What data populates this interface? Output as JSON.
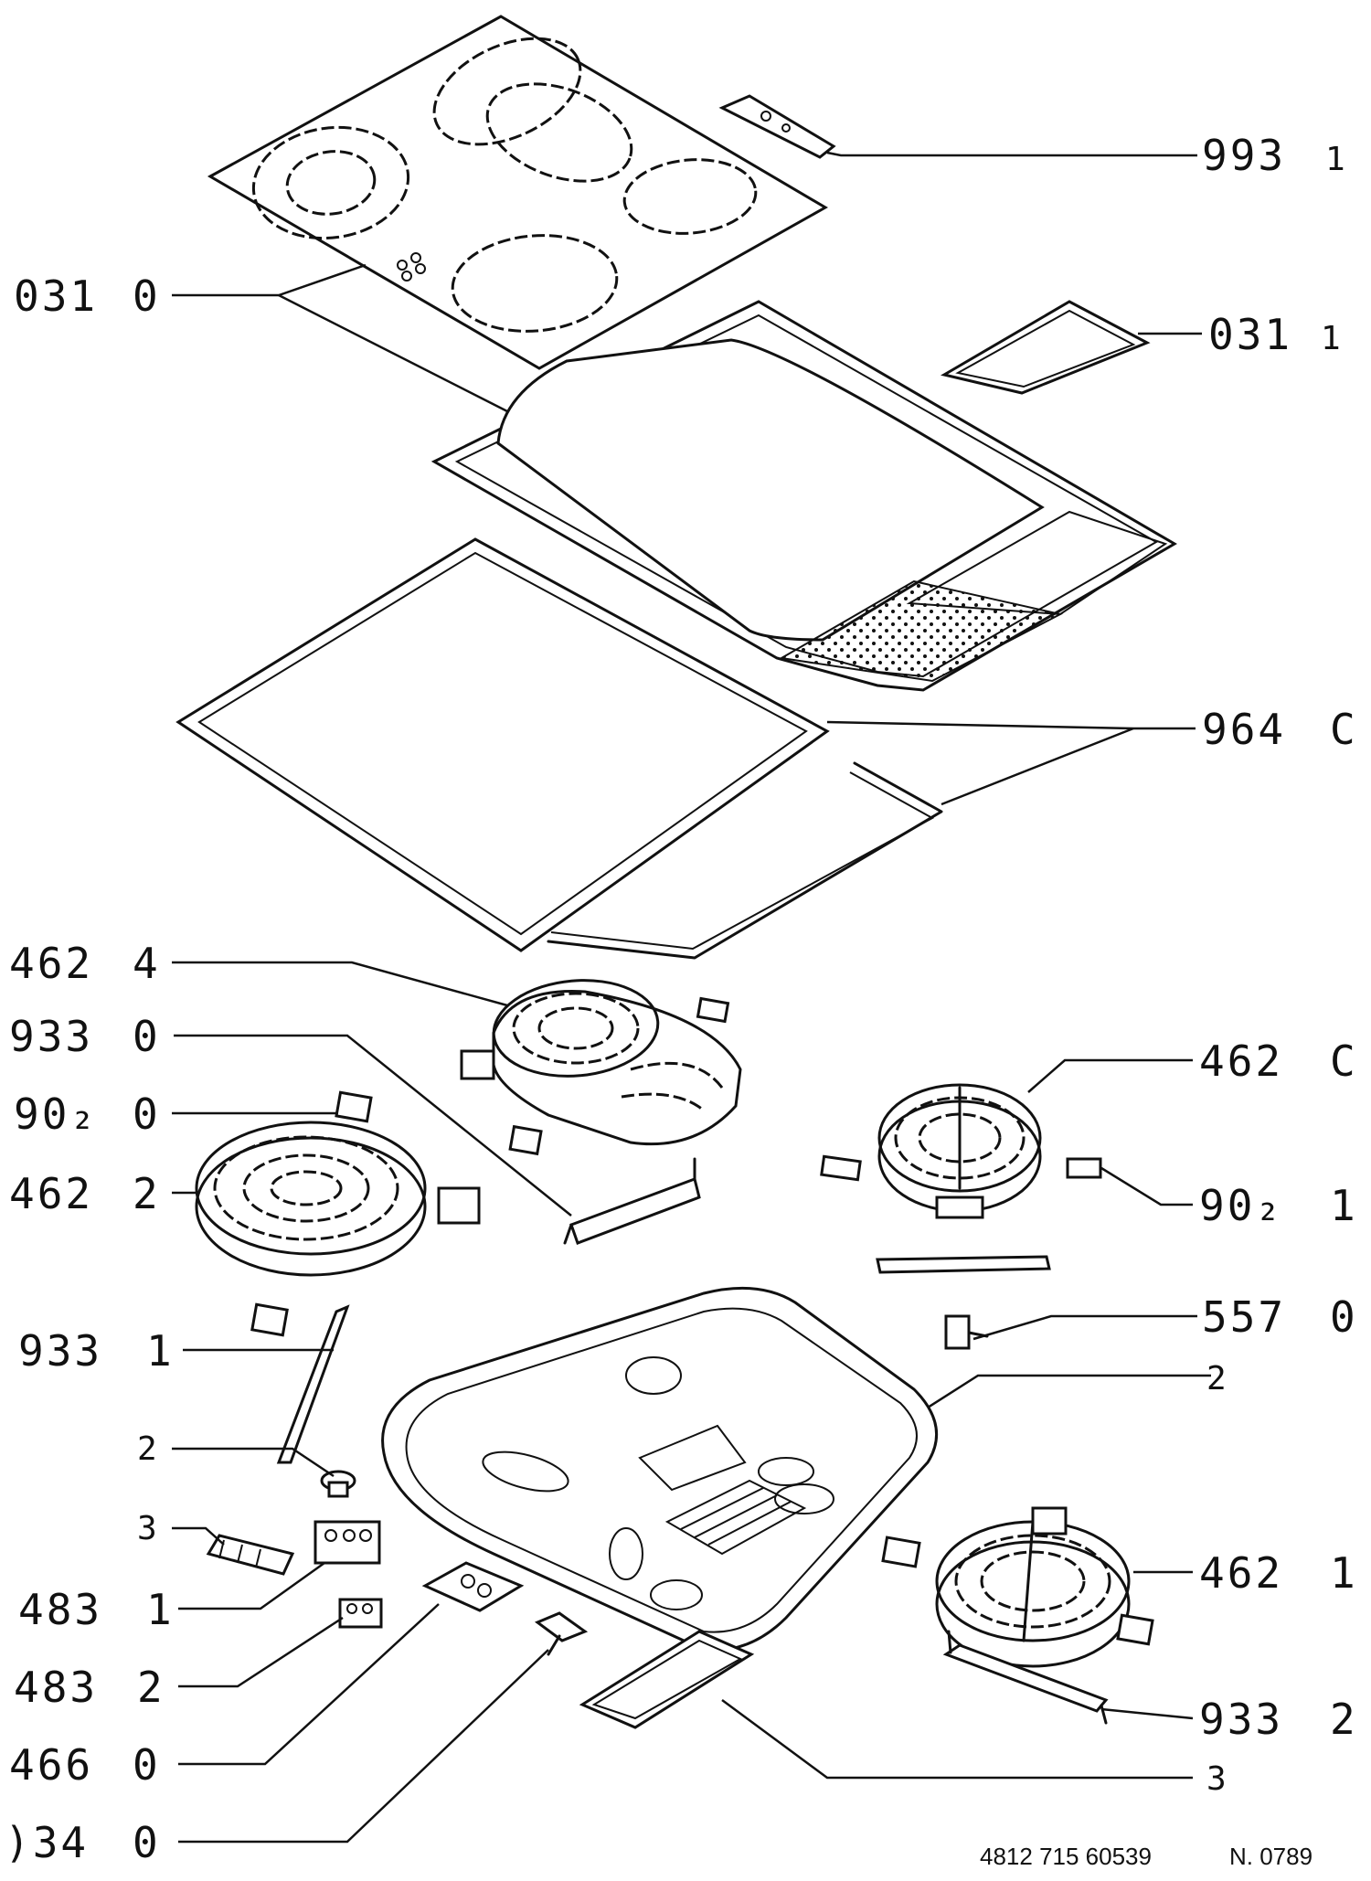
{
  "callouts": [
    {
      "id": "glass_top",
      "code": "031",
      "index": "0"
    },
    {
      "id": "bracket_top",
      "code": "993",
      "index": "1"
    },
    {
      "id": "glass_small",
      "code": "031",
      "index": "1"
    },
    {
      "id": "seal",
      "code": "964",
      "index": "C"
    },
    {
      "id": "heater_dual",
      "code": "462",
      "index": "4"
    },
    {
      "id": "holder_a",
      "code": "933",
      "index": "0"
    },
    {
      "id": "clip_a",
      "code": "90₂",
      "index": "0"
    },
    {
      "id": "heater_left",
      "code": "462",
      "index": "2"
    },
    {
      "id": "holder_b",
      "code": "933",
      "index": "1"
    },
    {
      "id": "heater_right_top",
      "code": "462",
      "index": "C"
    },
    {
      "id": "clip_b",
      "code": "90₂",
      "index": "1"
    },
    {
      "id": "limiter",
      "code": "557",
      "index": "0"
    },
    {
      "id": "pan",
      "code": "",
      "index": "2"
    },
    {
      "id": "knob",
      "code": "",
      "index": "2"
    },
    {
      "id": "terminal",
      "code": "",
      "index": "3"
    },
    {
      "id": "switch_a",
      "code": "483",
      "index": "1"
    },
    {
      "id": "switch_b",
      "code": "483",
      "index": "2"
    },
    {
      "id": "module",
      "code": "466",
      "index": "0"
    },
    {
      "id": "bracket_small",
      "code": ")34",
      "index": "0"
    },
    {
      "id": "heater_right_bottom",
      "code": "462",
      "index": "1"
    },
    {
      "id": "holder_c",
      "code": "933",
      "index": "2"
    },
    {
      "id": "cover_plate",
      "code": "",
      "index": "3"
    }
  ],
  "footer": {
    "part_number": "4812 715 60539",
    "revision": "N. 0789"
  }
}
